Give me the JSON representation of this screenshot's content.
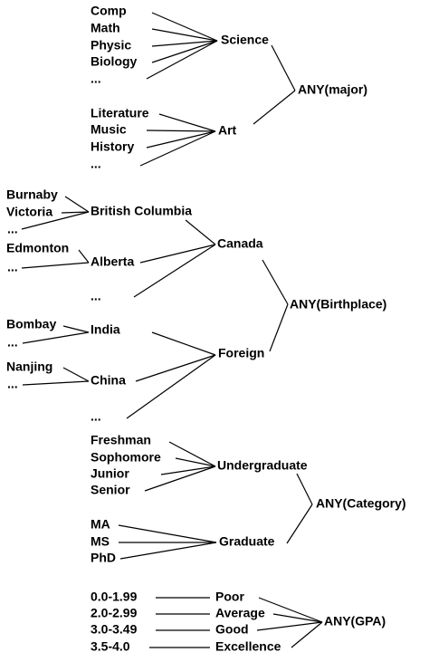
{
  "major": {
    "root": "ANY(major)",
    "science": "Science",
    "art": "Art",
    "comp": "Comp",
    "math": "Math",
    "physic": "Physic",
    "biology": "Biology",
    "science_more": "...",
    "literature": "Literature",
    "music": "Music",
    "history": "History",
    "art_more": "..."
  },
  "birthplace": {
    "root": "ANY(Birthplace)",
    "canada": "Canada",
    "foreign": "Foreign",
    "bc": "British Columbia",
    "alberta": "Alberta",
    "canada_more": "...",
    "burnaby": "Burnaby",
    "victoria": "Victoria",
    "bc_more": "...",
    "edmonton": "Edmonton",
    "alberta_more": "...",
    "india": "India",
    "china": "China",
    "foreign_more": "...",
    "bombay": "Bombay",
    "india_more": "...",
    "nanjing": "Nanjing",
    "china_more": "..."
  },
  "category": {
    "root": "ANY(Category)",
    "undergraduate": "Undergraduate",
    "graduate": "Graduate",
    "freshman": "Freshman",
    "sophomore": "Sophomore",
    "junior": "Junior",
    "senior": "Senior",
    "ma": "MA",
    "ms": "MS",
    "phd": "PhD"
  },
  "gpa": {
    "root": "ANY(GPA)",
    "poor": "Poor",
    "average": "Average",
    "good": "Good",
    "excellence": "Excellence",
    "range1": "0.0-1.99",
    "range2": "2.0-2.99",
    "range3": "3.0-3.49",
    "range4": "3.5-4.0"
  }
}
